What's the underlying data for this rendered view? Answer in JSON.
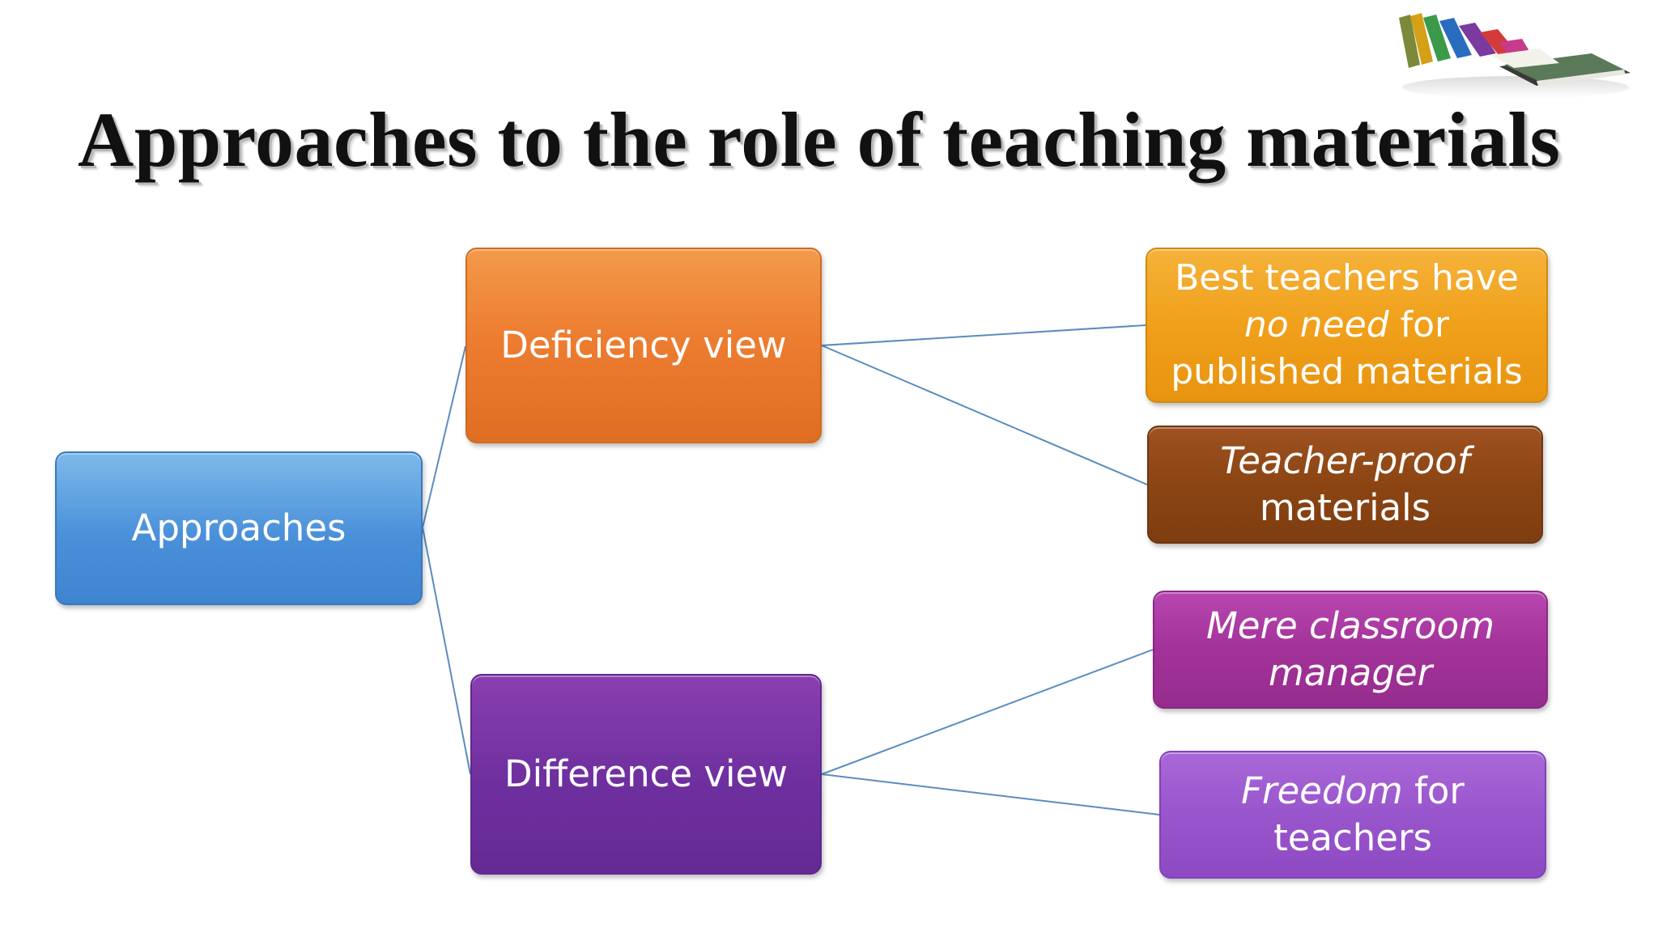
{
  "slide": {
    "title": "Approaches to the role of teaching materials"
  },
  "diagram": {
    "root": "Approaches",
    "views": [
      {
        "label": "Deficiency view",
        "children": [
          {
            "parts": [
              "Best teachers have ",
              "no need",
              " for published materials"
            ]
          },
          {
            "parts": [
              "Teacher-proof",
              " materials"
            ]
          }
        ]
      },
      {
        "label": "Difference view",
        "children": [
          {
            "parts": [
              "Mere classroom manager"
            ]
          },
          {
            "parts": [
              "Freedom",
              " for teachers"
            ]
          }
        ]
      }
    ]
  },
  "colors": {
    "approaches": "#4a90d9",
    "deficiency": "#ed7d31",
    "difference": "#7030a0",
    "best_teachers": "#f0a01a",
    "teacher_proof": "#8b4513",
    "mere_manager": "#a23299",
    "freedom": "#9955cc",
    "connector": "#5b8cc0"
  },
  "icons": {
    "decoration": "books-stack-icon"
  }
}
